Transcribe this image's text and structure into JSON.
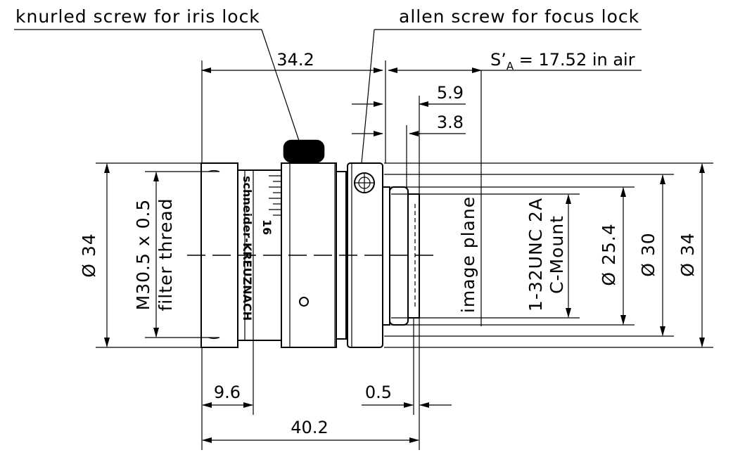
{
  "callouts": {
    "iris_lock": "knurled screw for iris lock",
    "focus_lock": "allen screw for focus lock"
  },
  "dimensions": {
    "length_34_2": "34.2",
    "back_focal": "S’A = 17.52 in air",
    "back_focal_main": "S’",
    "back_focal_sub": "A",
    "back_focal_rest": " = 17.52 in air",
    "d_5_9": "5.9",
    "d_3_8": "3.8",
    "d_9_6": "9.6",
    "d_0_5": "0.5",
    "d_40_2": "40.2",
    "dia_34_left": "Ø 34",
    "dia_25_4": "Ø 25.4",
    "dia_30": "Ø 30",
    "dia_34_right": "Ø 34"
  },
  "labels": {
    "filter_thread_line1": "M30.5 x 0.5",
    "filter_thread_line2": "filter thread",
    "image_plane": "image plane",
    "mount_line1": "1-32UNC 2A",
    "mount_line2": "C-Mount"
  },
  "engraving": {
    "brand": "schneider-KREUZNACH",
    "scale_value": "16"
  }
}
